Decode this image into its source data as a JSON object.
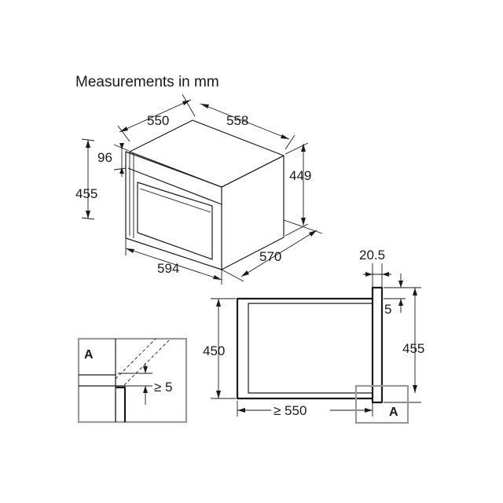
{
  "title": "Measurements in mm",
  "product_view": {
    "dim_depth_top": "550",
    "dim_width_top": "558",
    "dim_front_strip": "96",
    "dim_front_height": "455",
    "dim_body_height": "449",
    "dim_front_width": "594",
    "dim_body_depth": "570"
  },
  "niche_view": {
    "dim_front_thickness": "20.5",
    "dim_gap": "5",
    "dim_niche_height": "450",
    "dim_front_height": "455",
    "dim_niche_depth": "≥ 550",
    "detail_marker": "A"
  },
  "detail_view": {
    "marker": "A",
    "dim_min_gap": "≥ 5"
  }
}
